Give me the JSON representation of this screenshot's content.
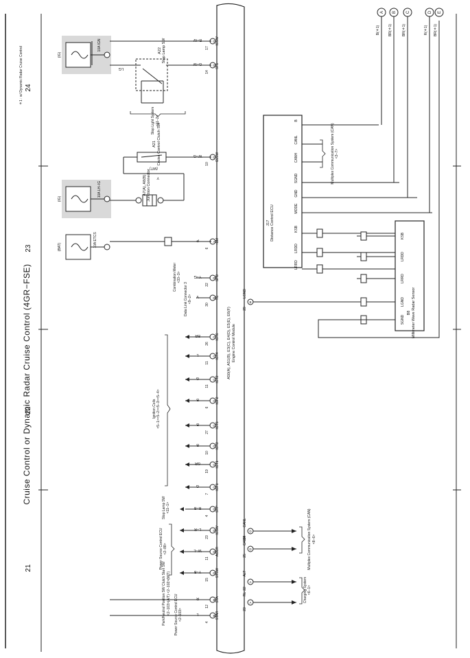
{
  "title": "Cruise Control or Dynamic Radar Cruise Control (4GR−FSE)",
  "footnote": "＊1 : w/ Dynamic Radar Cruise Control",
  "section_numbers": [
    "21",
    "22",
    "23",
    "24"
  ],
  "ecm": {
    "name": "A50(A), A51(B), E3(C), E4(D), E5(E), E6(F)",
    "subtitle": "Engine Control Module"
  },
  "ecm_pins": [
    {
      "pin": "4",
      "conn": "B",
      "signal": "STAR",
      "wire": "L"
    },
    {
      "pin": "12",
      "conn": "B",
      "signal": "STA",
      "wire": "R"
    },
    {
      "pin": "15",
      "conn": "D",
      "signal": "STSW",
      "wire": "Y−B"
    },
    {
      "pin": "11",
      "conn": "D",
      "signal": "ACCR",
      "wire": "W−L"
    },
    {
      "pin": "23",
      "conn": "D",
      "signal": "IGSW",
      "wire": "L−R"
    },
    {
      "pin": "4",
      "conn": "D",
      "signal": "STP",
      "wire": "R−B"
    },
    {
      "pin": "7",
      "conn": "C",
      "signal": "IGF1",
      "wire": "G"
    },
    {
      "pin": "19",
      "conn": "C",
      "signal": "IGT1",
      "wire": "GR"
    },
    {
      "pin": "10",
      "conn": "C",
      "signal": "IGT3",
      "wire": "B"
    },
    {
      "pin": "27",
      "conn": "C",
      "signal": "IGT5",
      "wire": "B"
    },
    {
      "pin": "6",
      "conn": "C",
      "signal": "IGF2",
      "wire": "B"
    },
    {
      "pin": "11",
      "conn": "C",
      "signal": "IGT2",
      "wire": "G"
    },
    {
      "pin": "11",
      "conn": "C",
      "signal": "IGT4",
      "wire": "L"
    },
    {
      "pin": "26",
      "conn": "C",
      "signal": "IGT6",
      "wire": "BR"
    },
    {
      "pin": "30",
      "conn": "D",
      "signal": "TC",
      "wire": "V"
    },
    {
      "pin": "22",
      "conn": "D",
      "signal": "SPD",
      "wire": "Y−G"
    },
    {
      "pin": "6",
      "conn": "A",
      "signal": "+BM",
      "wire": "P"
    },
    {
      "pin": "10",
      "conn": "D",
      "signal": "CLSW",
      "wire": "W−G"
    },
    {
      "pin": "14",
      "conn": "D",
      "signal": "ST1−",
      "wire": "G−W"
    },
    {
      "pin": "17",
      "conn": "D",
      "signal": "IGSW",
      "wire": "B−W"
    }
  ],
  "ecm_right_pins": [
    {
      "pin": "24",
      "conn": "D",
      "signal": "CANL"
    },
    {
      "pin": "25",
      "conn": "D",
      "signal": "CANH"
    },
    {
      "pin": "22",
      "conn": "A",
      "signal": "ALT"
    },
    {
      "pin": "23",
      "conn": "A",
      "signal": "RL"
    },
    {
      "pin": "29",
      "conn": "B",
      "signal": "LGND"
    }
  ],
  "references": [
    {
      "label": "Power Source Control ECU",
      "ref": "<2−103>"
    },
    {
      "label": "Park/Neutral Position SW  Clutch Start SW",
      "ref": "<2−103>(A/T)  <2−102>(M/T)"
    },
    {
      "label": "Power Source Control ECU",
      "ref": "<2−88>"
    },
    {
      "label": "Stop Lamp SW",
      "ref": "<11−1>"
    },
    {
      "label": "Ignition Coils",
      "ref": "<5−1><5−2><5−3><5−4>"
    },
    {
      "label": "Data Link Connector 3",
      "ref": "<9−2>"
    },
    {
      "label": "Combination Meter",
      "ref": "<33−3>"
    },
    {
      "label": "Multiplex Communication System (CAN)",
      "ref": "<8−6>"
    },
    {
      "label": "Charging System",
      "ref": "<6−1>"
    },
    {
      "label": "Stop Light System",
      "ref": "<11−2>"
    },
    {
      "label": "Multiplex Communication System (CAN)",
      "ref": "<3−7>"
    }
  ],
  "fuses": [
    {
      "label": "10A IGN",
      "supply": "(IG)"
    },
    {
      "label": "10A LH−IG",
      "supply": "(IG)"
    },
    {
      "label": "10A ETCS",
      "supply": "(BAT)"
    }
  ],
  "components": [
    {
      "id": "A22",
      "name": "Stop Lamp SW"
    },
    {
      "id": "A21",
      "name": "Cruise Control Clutch SW",
      "note": "(M/T)"
    },
    {
      "id": "A7(A), A8(B)",
      "name": "Junction Connector"
    },
    {
      "id": "J17",
      "name": "Distance Control ECU"
    },
    {
      "id": "B8",
      "name": "Millimeter Wave Radar Sensor"
    }
  ],
  "dist_ecu_pins": [
    "LRRD",
    "LRDD",
    "KSB",
    "MODE",
    "GND",
    "SGND",
    "CANH",
    "CANL",
    "B"
  ],
  "radar_pins": [
    "LRRD",
    "LRDD",
    "KSB",
    "LGND",
    "SGND"
  ],
  "connector_ids": [
    "E3A",
    "E2A",
    "E3E",
    "BH2"
  ],
  "off_page": [
    {
      "id": "A",
      "wire": "B(＊1)"
    },
    {
      "id": "B",
      "wire": "BR(＊1)"
    },
    {
      "id": "C",
      "wire": "BR(＊1)"
    },
    {
      "id": "D",
      "wire": "R(＊1)"
    },
    {
      "id": "E",
      "wire": "BR(＊1)"
    }
  ],
  "misc_labels": [
    "(＊1)",
    "(M/T)",
    "LG",
    "Y"
  ]
}
